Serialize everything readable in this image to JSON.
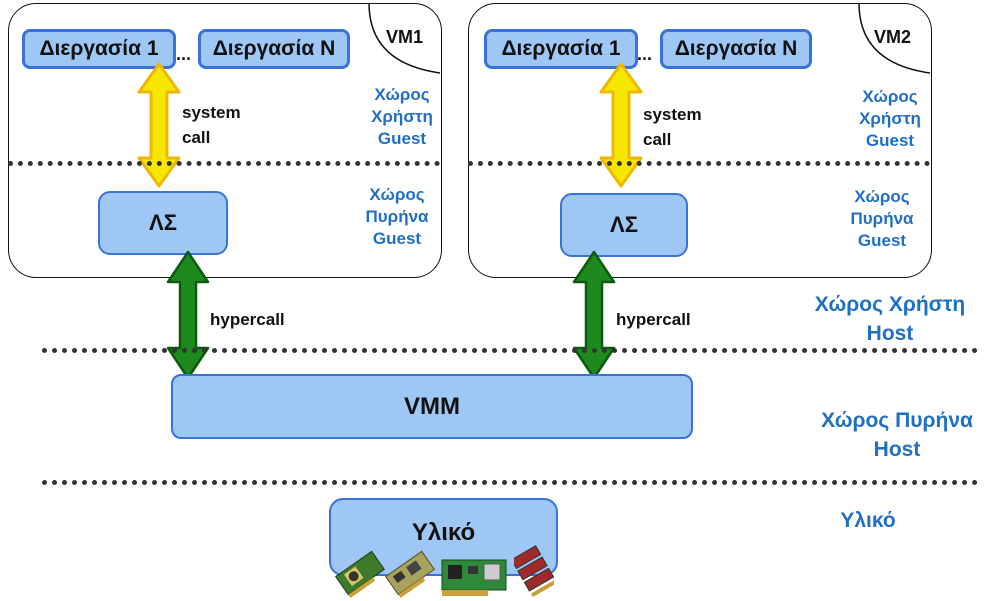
{
  "vm1": {
    "label": "VM1",
    "process_first": "Διεργασία 1",
    "process_last": "Διεργασία N",
    "ellipsis": "...",
    "syscall_line1": "system",
    "syscall_line2": "call",
    "os_label": "ΛΣ",
    "user_space": [
      "Χώρος",
      "Χρήστη",
      "Guest"
    ],
    "kernel_space": [
      "Χώρος",
      "Πυρήνα",
      "Guest"
    ]
  },
  "vm2": {
    "label": "VM2",
    "process_first": "Διεργασία 1",
    "process_last": "Διεργασία N",
    "ellipsis": "...",
    "syscall_line1": "system",
    "syscall_line2": "call",
    "os_label": "ΛΣ",
    "user_space": [
      "Χώρος",
      "Χρήστη",
      "Guest"
    ],
    "kernel_space": [
      "Χώρος",
      "Πυρήνα",
      "Guest"
    ]
  },
  "hypercall_label": "hypercall",
  "host_user_space": [
    "Χώρος Χρήστη",
    "Host"
  ],
  "vmm_label": "VMM",
  "host_kernel_space": [
    "Χώρος Πυρήνα",
    "Host"
  ],
  "hardware_label": "Υλικό",
  "hardware_space_label": "Υλικό",
  "colors": {
    "box_fill": "#9ec7f5",
    "box_border": "#3a73d6",
    "syscall_arrow": "#f7e600",
    "hypercall_arrow": "#1e8a1e",
    "space_label": "#1f6fc4"
  }
}
